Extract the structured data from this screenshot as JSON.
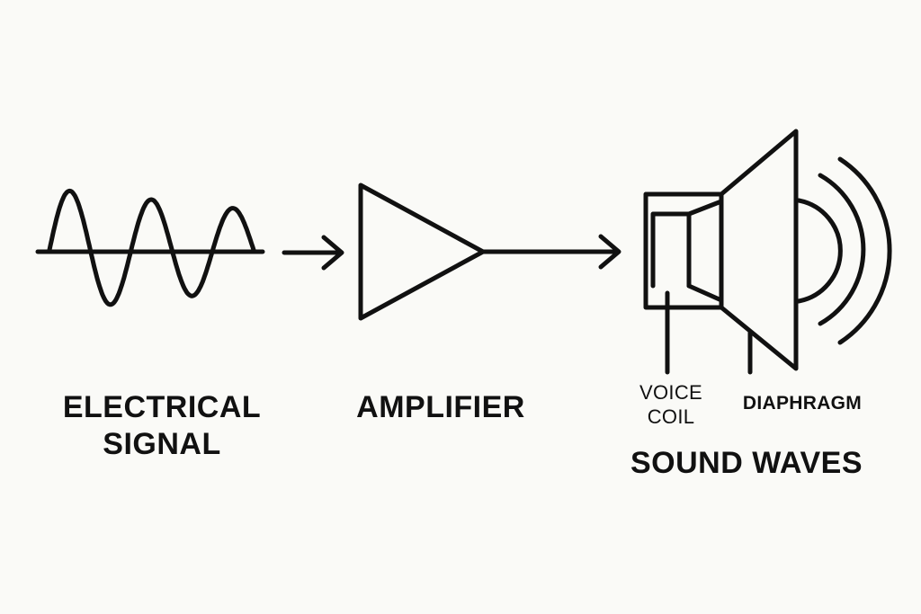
{
  "labels": {
    "electrical_signal": "ELECTRICAL\nSIGNAL",
    "amplifier": "AMPLIFIER",
    "voice_coil": "VOICE\nCOIL",
    "diaphragm": "DIAPHRAGM",
    "sound_waves": "SOUND WAVES"
  },
  "colors": {
    "line": "#111111",
    "background": "#fafaf7"
  },
  "icons": {
    "signal": "sine-wave-icon",
    "amplifier": "triangle-amplifier-icon",
    "speaker": "loudspeaker-icon",
    "waves": "sound-wave-arcs-icon"
  }
}
